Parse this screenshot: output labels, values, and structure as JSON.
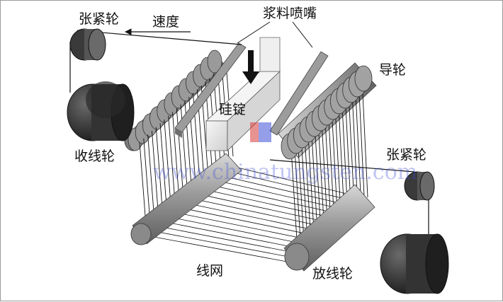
{
  "labels": {
    "tension_wheel_top": "张紧轮",
    "speed": "速度",
    "slurry_nozzle": "浆料喷嘴",
    "guide_wheel": "导轮",
    "silicon_ingot": "硅锭",
    "take_up_wheel": "收线轮",
    "tension_wheel_right": "张紧轮",
    "wire_web": "线网",
    "pay_off_wheel": "放线轮"
  },
  "watermark": "www.chinatungsten.com",
  "colors": {
    "roller_gray": "#8f8f8f",
    "spool_dark": "#2e2e2e",
    "ingot": "#e9e9e9",
    "wire": "#111111",
    "watermark": "#3d4fd8",
    "logo_red": "#d83a3a"
  }
}
